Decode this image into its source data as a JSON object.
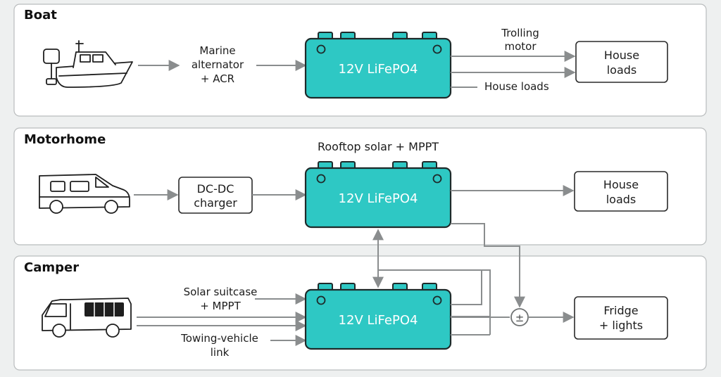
{
  "sections": {
    "boat": {
      "title": "Boat",
      "input_line1": "Marine",
      "input_line2": "alternator",
      "input_line3": "+ ACR",
      "battery": "12V LiFePO4",
      "out1_line1": "Trolling",
      "out1_line2": "motor",
      "out2": "House loads",
      "load_line1": "House",
      "load_line2": "loads"
    },
    "motorhome": {
      "title": "Motorhome",
      "solar": "Rooftop solar + MPPT",
      "charger_line1": "DC-DC",
      "charger_line2": "charger",
      "battery": "12V LiFePO4",
      "load_line1": "House",
      "load_line2": "loads"
    },
    "camper": {
      "title": "Camper",
      "in1_line1": "Solar suitcase",
      "in1_line2": "+ MPPT",
      "in2_line1": "Towing-vehicle",
      "in2_line2": "link",
      "battery": "12V LiFePO4",
      "junction": "±",
      "load_line1": "Fridge",
      "load_line2": "+ lights"
    }
  },
  "colors": {
    "battery_fill": "#2ec8c4",
    "connector": "#8a8d8e",
    "panel_bg": "#ffffff",
    "page_bg": "#eef0f0"
  },
  "icons": [
    "boat-icon",
    "motorhome-van-icon",
    "camper-van-icon",
    "junction-icon"
  ]
}
